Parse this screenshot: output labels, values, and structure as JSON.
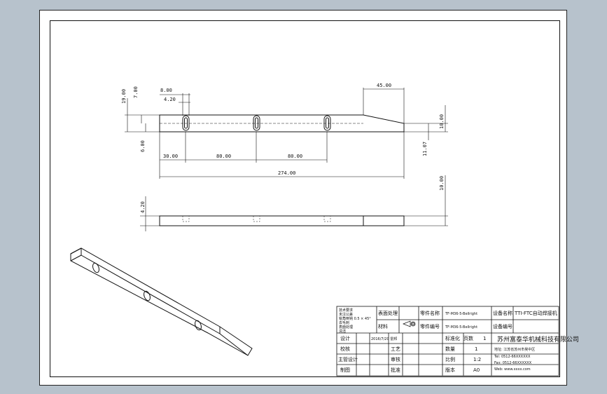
{
  "dims": {
    "h19": "19.00",
    "h7": "7.00",
    "w8": "8.00",
    "w4": "4.20",
    "w45": "45.00",
    "h6": "6.00",
    "w30": "30.00",
    "w80a": "80.00",
    "w80b": "80.00",
    "w274": "274.00",
    "h10": "10.00",
    "h11": "11.07",
    "h10b": "10.00",
    "h4": "4.20"
  },
  "title_block": {
    "notes": [
      "技术要求",
      "未注公差",
      "锐角倒钝 0.5 × 45°",
      "去毛刺",
      "表面处理",
      "清洁"
    ],
    "surface_label": "表面处理",
    "material_label": "材料",
    "material_value": "",
    "part_name_label": "零件名称",
    "part_name_value": "TF-M36-5-Bellright",
    "part_no_label": "零件编号",
    "part_no_value": "TF-M36-5-Bellright",
    "equip_name_label": "设备名称",
    "equip_name_value": "TTI-FTC自动焊接机",
    "equip_no_label": "设备编号",
    "design_label": "设计",
    "design_value": "2016/7/20 雷邦",
    "check_label": "校核",
    "craft_label": "工艺",
    "audit_label": "审核",
    "count_label": "数量",
    "count_value": "1",
    "approve_label": "主管设计",
    "approve2_label": "批准",
    "scale_label": "比例",
    "scale_value": "1:2",
    "page_label": "页数",
    "page_value": "1",
    "version_label": "版本",
    "version_value": "A0",
    "drawn_label": "制图",
    "std_label": "标准化",
    "company_name": "苏州富泰华机械科技有限公司",
    "company_addr": "地址: 江苏省苏州市吴中区",
    "company_tel": "Tel: 0512-66XXXXXX",
    "company_fax": "Fax: 0512-66XXXXXX",
    "company_web": "Web: www.xxxx.com"
  }
}
